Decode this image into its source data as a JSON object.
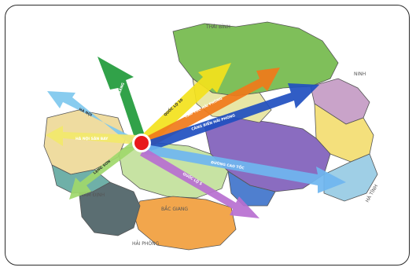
{
  "map": {
    "region_labels": {
      "thai_binh_top": "THÁI BÌNH",
      "ninh": "NINH",
      "ha_tinh": "HÀ TĨNH",
      "nam_dinh": "NAM ĐỊNH",
      "bac_giang": "BẮC GIANG",
      "hai_phong": "HẢI PHÒNG"
    },
    "arrows": [
      {
        "id": "green",
        "color": "#1f9a3a",
        "label": "ĐÀ NẴNG"
      },
      {
        "id": "yellow",
        "color": "#f3e21c",
        "label": "QUỐC LỘ 10"
      },
      {
        "id": "orange",
        "color": "#f07a1a",
        "label": "CAO TỐC HẢI PHÒNG"
      },
      {
        "id": "blue",
        "color": "#1f4fc0",
        "label": "CẢNG BIỂN HẢI PHÒNG"
      },
      {
        "id": "lightblue",
        "color": "#6fb6f0",
        "label": "ĐƯỜNG CAO TỐC"
      },
      {
        "id": "purple",
        "color": "#b76fd0",
        "label": "QUỐC LỘ 5"
      },
      {
        "id": "left",
        "color": "#7ec8ee",
        "label": "HÀ NỘI"
      },
      {
        "id": "yellowleft",
        "color": "#f2e86a",
        "label": "HÀ NỘI SÂN BAY"
      },
      {
        "id": "green2",
        "color": "#9fd86b",
        "label": "LẠNG SƠN"
      }
    ],
    "center_color": "#e8191b"
  }
}
